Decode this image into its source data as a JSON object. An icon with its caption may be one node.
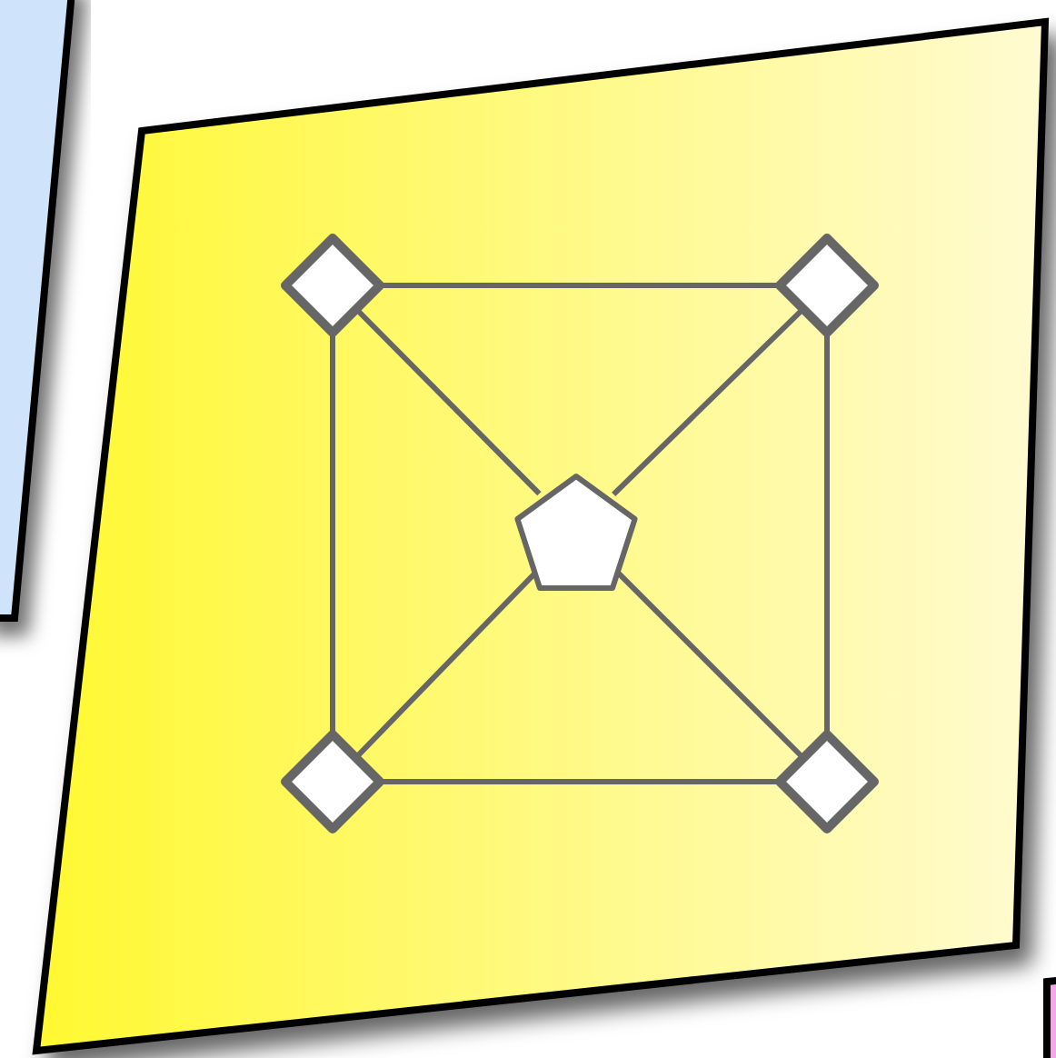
{
  "diagram": {
    "nodes": [
      {
        "text": [],
        "shape": "parallelogram"
      },
      {
        "text": [],
        "shape": "diamond",
        "in": 0
      },
      {
        "text": [],
        "shape": "diamond",
        "in": 0
      },
      {
        "text": [],
        "shape": "pentagon",
        "in": 0
      },
      {
        "text": [],
        "shape": "diamond",
        "in": 0
      },
      {
        "text": [],
        "shape": "diamond",
        "in": 0
      }
    ],
    "edges": [
      {
        "from": 1,
        "to": 2,
        "arrow": "none"
      },
      {
        "from": 1,
        "to": 4,
        "arrow": "none"
      },
      {
        "from": 2,
        "to": 5,
        "arrow": "none"
      },
      {
        "from": 4,
        "to": 5,
        "arrow": "none"
      },
      {
        "from": 1,
        "to": 3,
        "arrow": "none"
      },
      {
        "from": 2,
        "to": 3,
        "arrow": "none"
      },
      {
        "from": 4,
        "to": 3,
        "arrow": "none"
      },
      {
        "from": 5,
        "to": 3,
        "arrow": "none"
      }
    ]
  }
}
